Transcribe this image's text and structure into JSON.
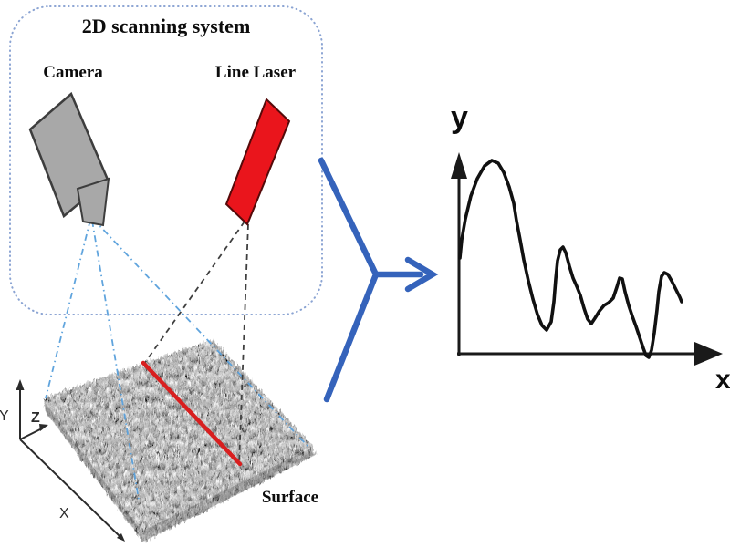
{
  "scanner_box": {
    "title": "2D scanning system",
    "camera_label": "Camera",
    "laser_label": "Line Laser"
  },
  "surface_area": {
    "label": "Surface",
    "axis_x": "X",
    "axis_y": "Y",
    "axis_z": "Z"
  },
  "profile_chart": {
    "type": "line",
    "xlabel": "x",
    "ylabel": "y",
    "description": "qualitative scanned surface height profile",
    "curve_points": [
      [
        504,
        283
      ],
      [
        506,
        263
      ],
      [
        510,
        240
      ],
      [
        516,
        215
      ],
      [
        523,
        196
      ],
      [
        531,
        182
      ],
      [
        539,
        176
      ],
      [
        546,
        179
      ],
      [
        552,
        189
      ],
      [
        558,
        205
      ],
      [
        563,
        223
      ],
      [
        566,
        242
      ],
      [
        570,
        263
      ],
      [
        574,
        285
      ],
      [
        579,
        308
      ],
      [
        584,
        328
      ],
      [
        589,
        345
      ],
      [
        594,
        357
      ],
      [
        599,
        362
      ],
      [
        604,
        353
      ],
      [
        607,
        331
      ],
      [
        609,
        306
      ],
      [
        611,
        286
      ],
      [
        614,
        274
      ],
      [
        617,
        271
      ],
      [
        620,
        277
      ],
      [
        624,
        292
      ],
      [
        628,
        305
      ],
      [
        632,
        314
      ],
      [
        636,
        324
      ],
      [
        640,
        338
      ],
      [
        644,
        350
      ],
      [
        648,
        355
      ],
      [
        652,
        349
      ],
      [
        657,
        341
      ],
      [
        662,
        335
      ],
      [
        667,
        332
      ],
      [
        672,
        327
      ],
      [
        676,
        315
      ],
      [
        679,
        305
      ],
      [
        682,
        306
      ],
      [
        685,
        320
      ],
      [
        689,
        335
      ],
      [
        693,
        347
      ],
      [
        697,
        358
      ],
      [
        701,
        370
      ],
      [
        705,
        382
      ],
      [
        708,
        390
      ],
      [
        711,
        392
      ],
      [
        714,
        384
      ],
      [
        717,
        365
      ],
      [
        720,
        340
      ],
      [
        722,
        320
      ],
      [
        725,
        303
      ],
      [
        728,
        299
      ],
      [
        732,
        301
      ],
      [
        736,
        308
      ],
      [
        741,
        318
      ],
      [
        745,
        326
      ],
      [
        747,
        331
      ]
    ]
  },
  "colors": {
    "laser_red": "#ea151c",
    "scan_line_red": "#d81f1f",
    "camera_gray": "#a8a8a8",
    "arrow_blue": "#3563bb",
    "box_border_blue": "#8ba4d3",
    "camera_ray_blue": "#58a0dc",
    "laser_ray_gray": "#3f3f3f",
    "ink": "#141414"
  }
}
